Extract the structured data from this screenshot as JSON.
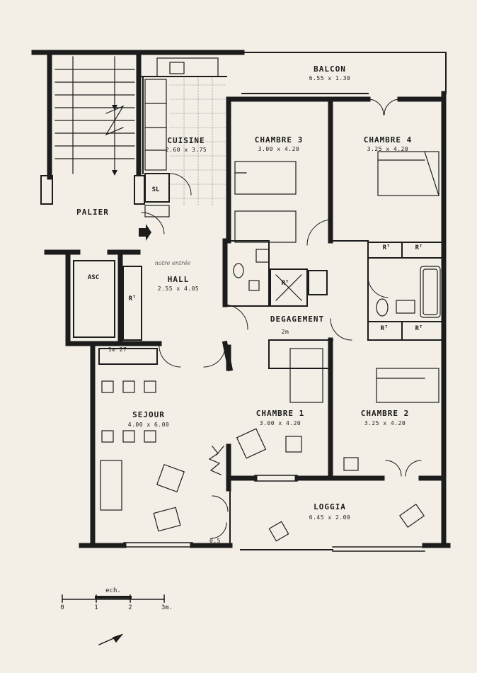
{
  "rooms": {
    "balcon": {
      "name": "BALCON",
      "dims": "6.55 x 1.30"
    },
    "cuisine": {
      "name": "CUISINE",
      "dims": "2.60 x 3.75"
    },
    "chambre3": {
      "name": "CHAMBRE 3",
      "dims": "3.00 x 4.20"
    },
    "chambre4": {
      "name": "CHAMBRE 4",
      "dims": "3.25 x 4.20"
    },
    "palier": {
      "name": "PALIER"
    },
    "hall": {
      "name": "HALL",
      "dims": "2.55 x 4.05"
    },
    "degagement": {
      "name": "DEGAGEMENT"
    },
    "sejour": {
      "name": "SEJOUR",
      "dims": "4.00 x 6.00"
    },
    "chambre1": {
      "name": "CHAMBRE 1",
      "dims": "3.00 x 4.20"
    },
    "chambre2": {
      "name": "CHAMBRE 2",
      "dims": "3.25 x 4.20"
    },
    "loggia": {
      "name": "LOGGIA",
      "dims": "6.45 x 2.00"
    }
  },
  "tags": {
    "sl": "SL",
    "asc": "ASC",
    "rt": "Rᵀ",
    "height_sejour": "1m 27",
    "height_deg": "2m",
    "height_loggia": "0,5"
  },
  "handwritten": {
    "hall_note": "notre entrée"
  },
  "scale": {
    "label": "ech.",
    "ticks": [
      "0",
      "1",
      "2",
      "3m."
    ]
  }
}
